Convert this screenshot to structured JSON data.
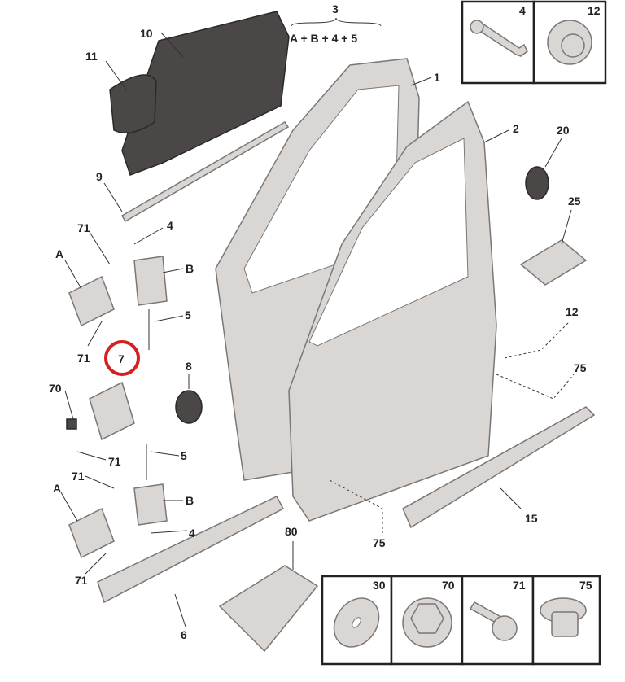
{
  "title_group": {
    "label": "3",
    "formula": "A + B + 4 + 5"
  },
  "callouts": {
    "c1": "1",
    "c2": "2",
    "c9": "9",
    "c10": "10",
    "c11": "11",
    "c20": "20",
    "c25": "25",
    "c12": "12",
    "c75a": "75",
    "c75b": "75",
    "c15": "15",
    "c80": "80",
    "c6": "6",
    "c8": "8",
    "c71a": "71",
    "c71b": "71",
    "c71c": "71",
    "c71d": "71",
    "c71e": "71",
    "c4a": "4",
    "c4b": "4",
    "c5a": "5",
    "c5b": "5",
    "cAa": "A",
    "cAb": "A",
    "cBa": "B",
    "cBb": "B",
    "c7": "7",
    "c70": "70"
  },
  "highlight": {
    "part": "7",
    "color": "#d42020"
  },
  "top_inset": [
    "4",
    "12"
  ],
  "bottom_inset": [
    "30",
    "70",
    "71",
    "75"
  ]
}
